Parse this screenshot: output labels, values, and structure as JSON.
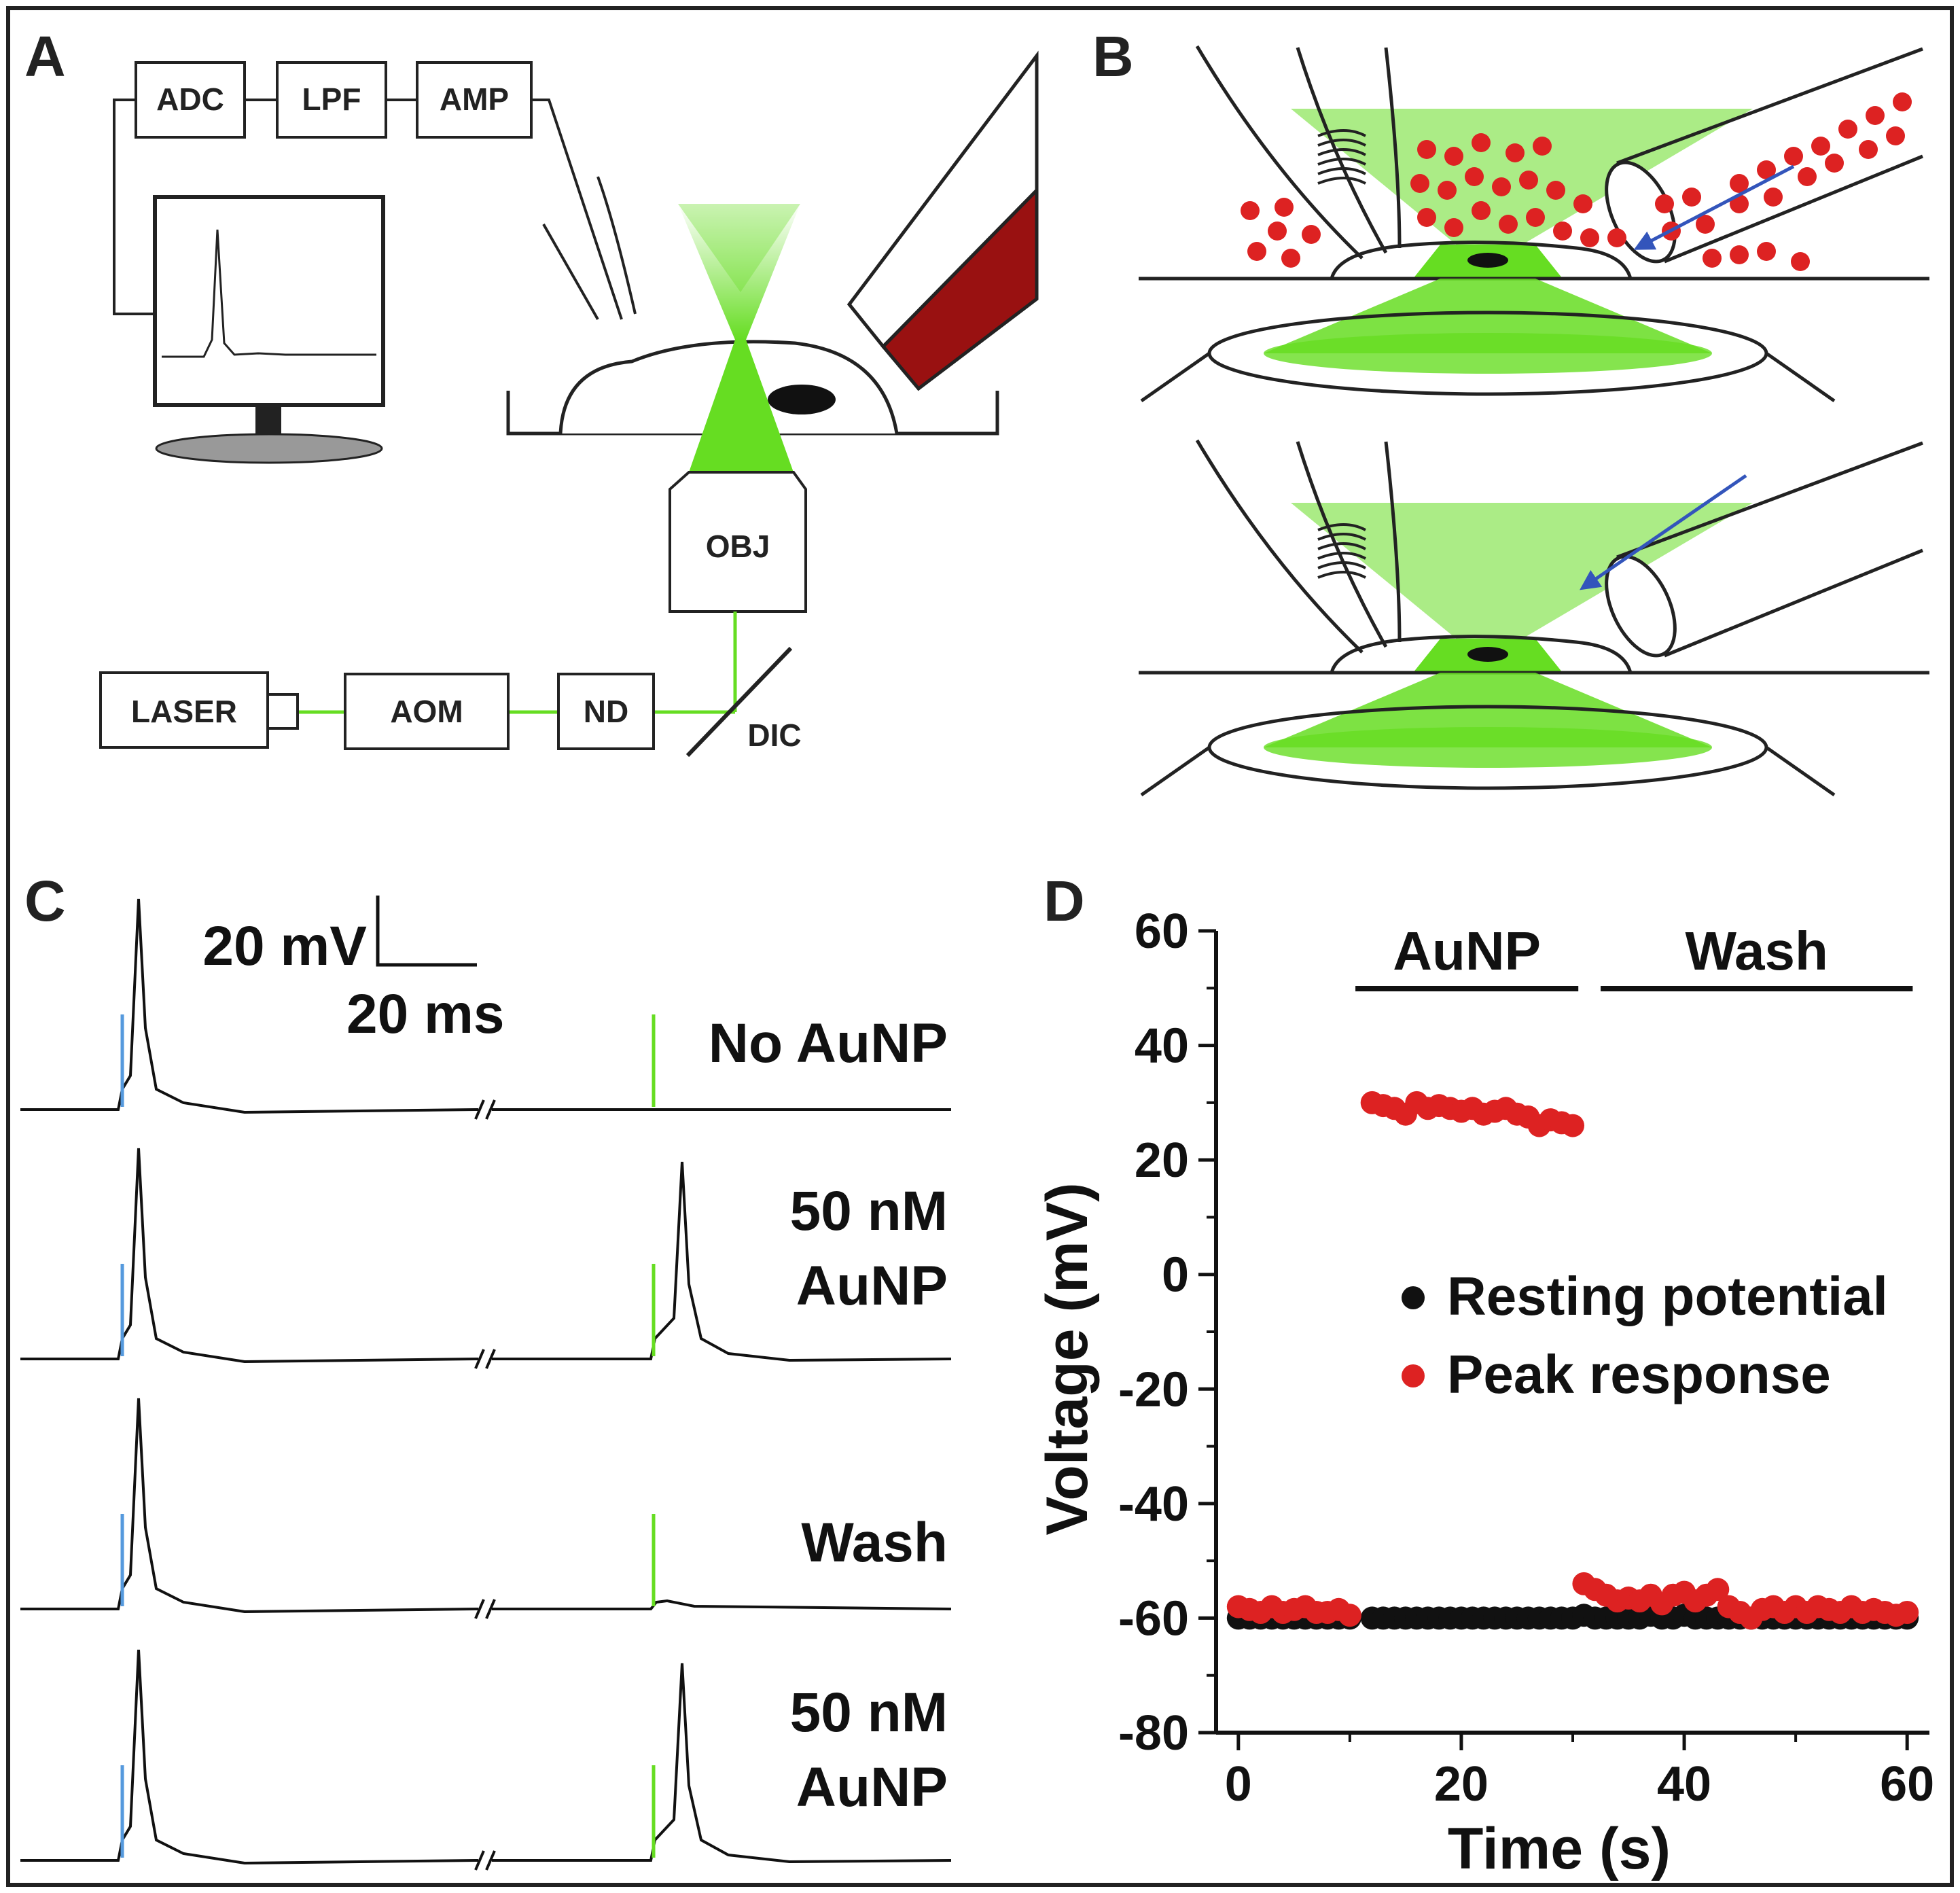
{
  "colors": {
    "laser_green": "#66dd22",
    "nanoparticle_red": "#dd2222",
    "stimulus_blue": "#5599dd",
    "arrow_blue": "#3355bb",
    "resting_black": "#111111",
    "peak_red": "#dd2222",
    "fiber_darkred": "#991111"
  },
  "panels": {
    "a": {
      "letter": "A",
      "components": {
        "adc": "ADC",
        "lpf": "LPF",
        "amp": "AMP",
        "obj": "OBJ",
        "laser": "LASER",
        "aom": "AOM",
        "nd": "ND",
        "dic": "DIC"
      }
    },
    "b": {
      "letter": "B"
    },
    "c": {
      "letter": "C",
      "scale_voltage": "20 mV",
      "scale_time": "20 ms",
      "traces": [
        {
          "label_lines": [
            "No AuNP"
          ],
          "second_spike": false
        },
        {
          "label_lines": [
            "50 nM",
            "AuNP"
          ],
          "second_spike": true
        },
        {
          "label_lines": [
            "Wash"
          ],
          "second_spike": false
        },
        {
          "label_lines": [
            "50 nM",
            "AuNP"
          ],
          "second_spike": true
        }
      ]
    },
    "d": {
      "letter": "D"
    }
  },
  "chart_data": {
    "type": "scatter",
    "xlabel": "Time (s)",
    "ylabel": "Voltage (mV)",
    "xlim": [
      -2,
      62
    ],
    "ylim": [
      -80,
      60
    ],
    "xticks": [
      0,
      20,
      40,
      60
    ],
    "yticks": [
      60,
      40,
      20,
      0,
      -20,
      -40,
      -60,
      -80
    ],
    "legend_position": "center-right",
    "grid": false,
    "annotations": [
      {
        "text": "AuNP",
        "x_start": 10.5,
        "x_end": 30.5
      },
      {
        "text": "Wash",
        "x_start": 32.5,
        "x_end": 60.5
      }
    ],
    "series": [
      {
        "name": "Resting potential",
        "color": "#111111",
        "x": [
          0,
          1,
          2,
          3,
          4,
          5,
          6,
          7,
          8,
          9,
          10,
          12,
          13,
          14,
          15,
          16,
          17,
          18,
          19,
          20,
          21,
          22,
          23,
          24,
          25,
          26,
          27,
          28,
          29,
          30,
          31,
          32,
          33,
          34,
          35,
          36,
          37,
          38,
          39,
          40,
          41,
          42,
          43,
          44,
          45,
          46,
          47,
          48,
          49,
          50,
          51,
          52,
          53,
          54,
          55,
          56,
          57,
          58,
          59,
          60
        ],
        "y": [
          -60,
          -60,
          -60,
          -60,
          -60,
          -60,
          -60,
          -60,
          -60,
          -60,
          -60,
          -60,
          -60,
          -60,
          -60,
          -60,
          -60,
          -60,
          -60,
          -60,
          -60,
          -60,
          -60,
          -60,
          -60,
          -60,
          -60,
          -60,
          -60,
          -60,
          -59.5,
          -60,
          -60,
          -60,
          -60,
          -60,
          -59.5,
          -60,
          -60,
          -59.5,
          -60,
          -60,
          -60,
          -60,
          -60,
          -60,
          -60,
          -60,
          -60,
          -60,
          -60,
          -60,
          -60,
          -60,
          -60,
          -60,
          -60,
          -60,
          -60,
          -60
        ]
      },
      {
        "name": "Peak response",
        "color": "#dd2222",
        "x": [
          0,
          1,
          2,
          3,
          4,
          5,
          6,
          7,
          8,
          9,
          10,
          12,
          13,
          14,
          15,
          16,
          17,
          18,
          19,
          20,
          21,
          22,
          23,
          24,
          25,
          26,
          27,
          28,
          29,
          30,
          31,
          32,
          33,
          34,
          35,
          36,
          37,
          38,
          39,
          40,
          41,
          42,
          43,
          44,
          45,
          46,
          47,
          48,
          49,
          50,
          51,
          52,
          53,
          54,
          55,
          56,
          57,
          58,
          59,
          60
        ],
        "y": [
          -58,
          -58.5,
          -59,
          -58,
          -59,
          -58.5,
          -58,
          -59,
          -59,
          -58.5,
          -59.5,
          30,
          29.5,
          29,
          28,
          30,
          29,
          29.5,
          29,
          28.5,
          29,
          28,
          28.5,
          29,
          28,
          27.5,
          26,
          27,
          26.5,
          26,
          -54,
          -55,
          -56,
          -57,
          -56.5,
          -57,
          -56,
          -57.5,
          -56,
          -55.5,
          -57,
          -56,
          -55,
          -58,
          -59,
          -60,
          -58.5,
          -58,
          -59,
          -58,
          -59,
          -58,
          -58.5,
          -59,
          -58,
          -59,
          -58.5,
          -59,
          -59.5,
          -59
        ]
      }
    ]
  }
}
